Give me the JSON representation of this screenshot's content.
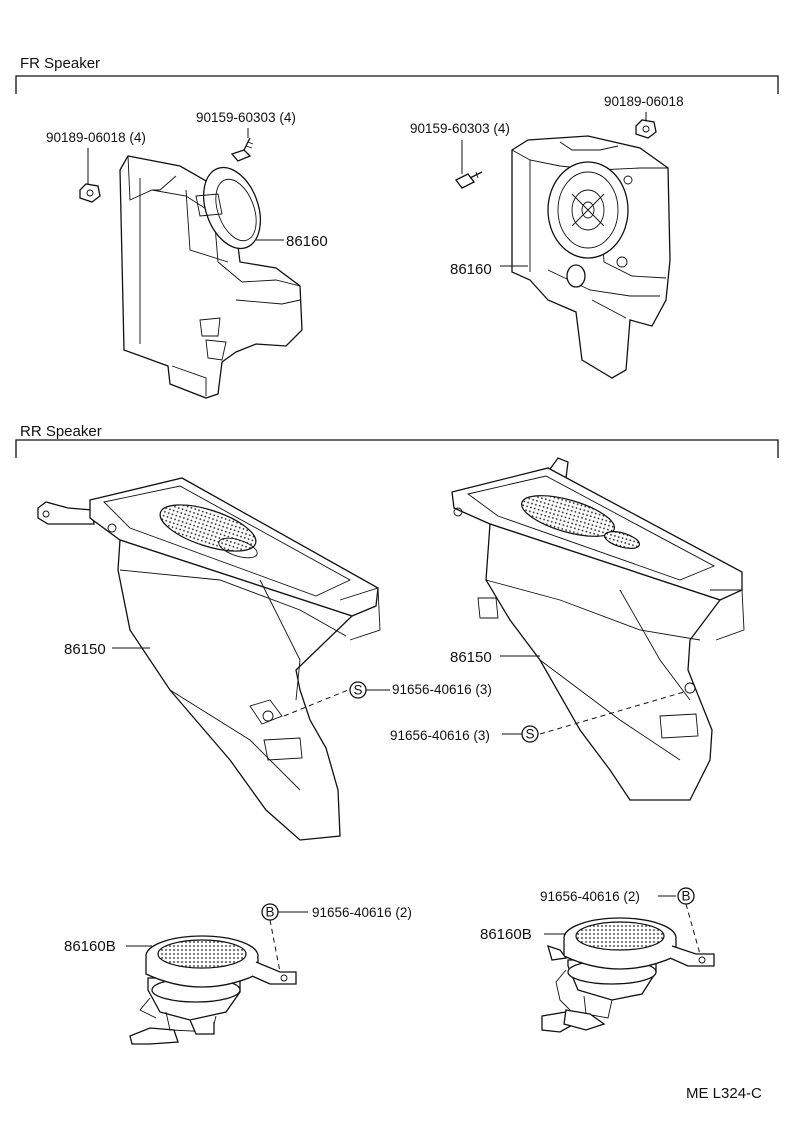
{
  "sections": {
    "front": {
      "title": "FR  Speaker"
    },
    "rear": {
      "title": "RR  Speaker"
    }
  },
  "front_left": {
    "nut": "90189-06018 (4)",
    "screw": "90159-60303 (4)",
    "speaker": "86160"
  },
  "front_right": {
    "screw": "90159-60303 (4)",
    "nut": "90189-06018",
    "speaker": "86160"
  },
  "rear_left": {
    "box": "86150",
    "screw_symbol": "S",
    "screw": "91656-40616 (3)"
  },
  "rear_right": {
    "box": "86150",
    "screw_symbol": "S",
    "screw": "91656-40616 (3)"
  },
  "bottom_left": {
    "bolt_symbol": "B",
    "bolt": "91656-40616 (2)",
    "speaker": "86160B"
  },
  "bottom_right": {
    "bolt": "91656-40616 (2)",
    "bolt_symbol": "B",
    "speaker": "86160B"
  },
  "footer": {
    "code": "ME L324-C"
  }
}
